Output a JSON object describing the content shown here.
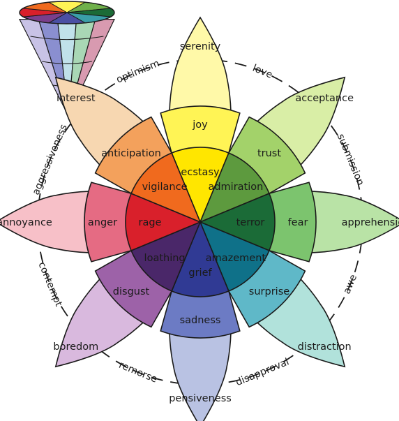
{
  "wheel": {
    "petals": [
      {
        "id": "joy",
        "colors": [
          "#fff9a8",
          "#fff455",
          "#ffe600"
        ],
        "labels": [
          "serenity",
          "joy",
          "ecstasy"
        ]
      },
      {
        "id": "trust",
        "colors": [
          "#d9eea6",
          "#a3d26a",
          "#5d9a3e"
        ],
        "labels": [
          "acceptance",
          "trust",
          "admiration"
        ]
      },
      {
        "id": "fear",
        "colors": [
          "#b9e3a6",
          "#7cc46e",
          "#1b6b37"
        ],
        "labels": [
          "apprehension",
          "fear",
          "terror"
        ]
      },
      {
        "id": "surprise",
        "colors": [
          "#b1e2db",
          "#5fb8c8",
          "#0f7189"
        ],
        "labels": [
          "distraction",
          "surprise",
          "amazement"
        ]
      },
      {
        "id": "sadness",
        "colors": [
          "#b9c2e3",
          "#6c7bc4",
          "#303a94"
        ],
        "labels": [
          "pensiveness",
          "sadness",
          "grief"
        ]
      },
      {
        "id": "disgust",
        "colors": [
          "#d9b9de",
          "#9d62a8",
          "#4a2769"
        ],
        "labels": [
          "boredom",
          "disgust",
          "loathing"
        ]
      },
      {
        "id": "anger",
        "colors": [
          "#f7c0c8",
          "#e56b83",
          "#d9202b"
        ],
        "labels": [
          "annoyance",
          "anger",
          "rage"
        ]
      },
      {
        "id": "anticipation",
        "colors": [
          "#f7d7b1",
          "#f3a15c",
          "#f06a1e"
        ],
        "labels": [
          "interest",
          "anticipation",
          "vigilance"
        ]
      }
    ],
    "dyads": [
      "love",
      "submission",
      "awe",
      "disapproval",
      "remorse",
      "contempt",
      "aggressiveness",
      "optimism"
    ]
  },
  "cone": {
    "top_colors": [
      "#fff455",
      "#6fb04a",
      "#1b6b37",
      "#3a9ea8",
      "#4a4fa4",
      "#7a3f8c",
      "#d9202b",
      "#f06a1e"
    ],
    "side_colors": [
      "#c8c2e6",
      "#8a8fd0",
      "#c0e1ea",
      "#a9d7b5",
      "#d89ab0"
    ]
  }
}
